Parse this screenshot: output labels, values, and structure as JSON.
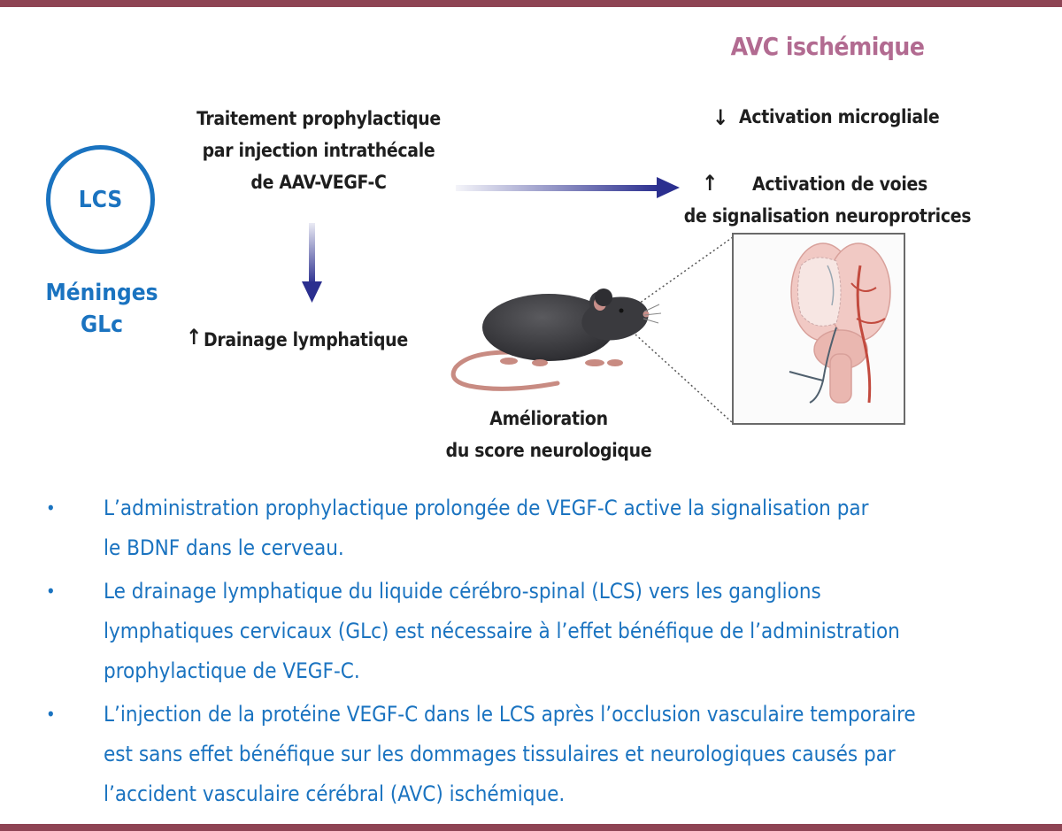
{
  "colors": {
    "rule": "#8e4454",
    "title": "#b26b91",
    "blue_text": "#1a73c0",
    "arrow_dark": "#2b2f8f",
    "label_text": "#1e1e1e"
  },
  "title": "AVC ischémique",
  "lcs": {
    "circle_label": "LCS",
    "meninges_line1": "Méninges",
    "meninges_line2": "GLc"
  },
  "treatment": {
    "line1": "Traitement prophylactique",
    "line2": "par injection intrathécale",
    "line3": "de AAV-VEGF-C"
  },
  "drainage": {
    "arrow": "↑",
    "label": "Drainage lymphatique"
  },
  "effects": {
    "microglia_arrow": "↓",
    "microglia_label": "Activation microgliale",
    "voies_arrow": "↑",
    "voies_line1": "Activation de voies",
    "voies_line2": "de signalisation neuroprotrices"
  },
  "outcome": {
    "line1": "Amélioration",
    "line2": "du score neurologique"
  },
  "icons": {
    "mouse": "mouse-icon",
    "brain": "brain-icon"
  },
  "bullets": [
    {
      "marker": "•",
      "line1": "L’administration prophylactique prolongée de VEGF-C active la signalisation par",
      "line2": "le BDNF dans le cerveau."
    },
    {
      "marker": "•",
      "line1": "Le drainage lymphatique du liquide cérébro-spinal (LCS) vers les ganglions",
      "line2": "lymphatiques cervicaux (GLc) est nécessaire à l’effet bénéfique de l’administration",
      "line3": "prophylactique de VEGF-C."
    },
    {
      "marker": "•",
      "line1": "L’injection de la protéine VEGF-C dans le LCS après l’occlusion vasculaire temporaire",
      "line2": "est sans effet bénéfique sur les dommages tissulaires et neurologiques causés par",
      "line3": "l’accident vasculaire cérébral (AVC) ischémique."
    }
  ]
}
